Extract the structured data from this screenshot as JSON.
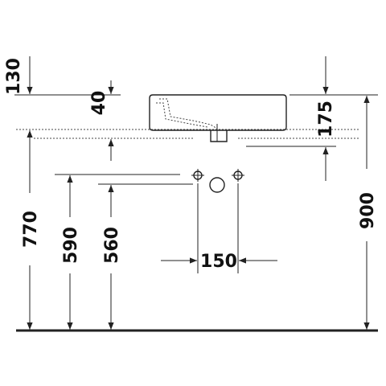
{
  "drawing": {
    "dimensions": {
      "d130": "130",
      "d40": "40",
      "d175": "175",
      "d770": "770",
      "d590": "590",
      "d560": "560",
      "d150": "150",
      "d900": "900"
    }
  }
}
